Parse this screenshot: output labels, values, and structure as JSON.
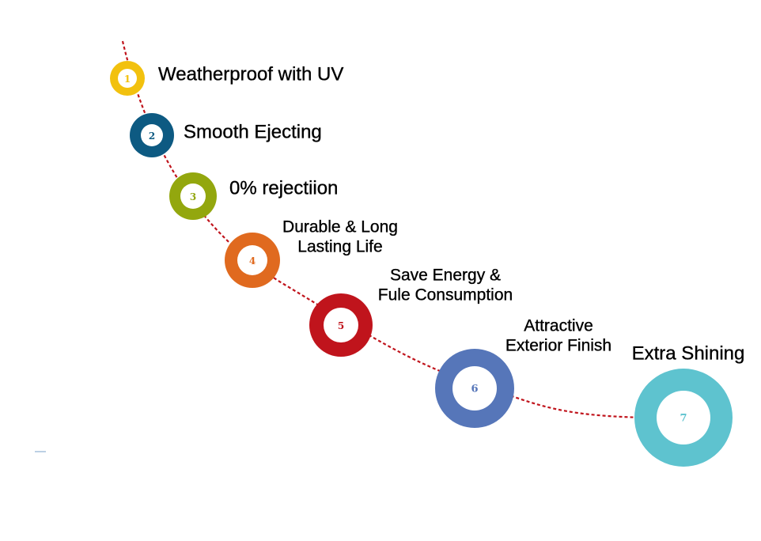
{
  "steps": [
    {
      "number": "1",
      "color": "#f2c10e",
      "label_lines": [
        "Weatherproof with UV"
      ]
    },
    {
      "number": "2",
      "color": "#0d5a82",
      "label_lines": [
        "Smooth Ejecting"
      ]
    },
    {
      "number": "3",
      "color": "#93a70e",
      "label_lines": [
        "0% rejectiion"
      ]
    },
    {
      "number": "4",
      "color": "#e06a1f",
      "label_lines": [
        "Durable & Long",
        "Lasting Life"
      ]
    },
    {
      "number": "5",
      "color": "#c0141c",
      "label_lines": [
        "Save Energy &",
        "Fule Consumption"
      ]
    },
    {
      "number": "6",
      "color": "#5676b9",
      "label_lines": [
        "Attractive",
        "Exterior Finish"
      ]
    },
    {
      "number": "7",
      "color": "#5ec3cf",
      "label_lines": [
        "Extra Shining"
      ]
    }
  ],
  "connector_color": "#c0141c"
}
